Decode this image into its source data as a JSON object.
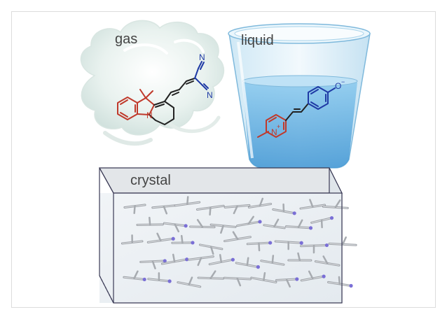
{
  "labels": {
    "gas": "gas",
    "liquid": "liquid",
    "crystal": "crystal"
  },
  "atoms": {
    "nitrile_top": "N",
    "nitrile_bottom": "N",
    "indoline_n": "N",
    "pyridinium_n": "N",
    "pyridinium_charge": "+",
    "phenolate_o": "O",
    "phenolate_charge": "−"
  },
  "colors": {
    "gas_molecule_red": "#c0392b",
    "nitrile_blue": "#1f3aa5",
    "molecule_dark": "#222222",
    "liquid_blue": "#4a9fd8",
    "crystal_outline": "#3a3a55",
    "crystal_nitrogen": "#7a6fd6"
  }
}
